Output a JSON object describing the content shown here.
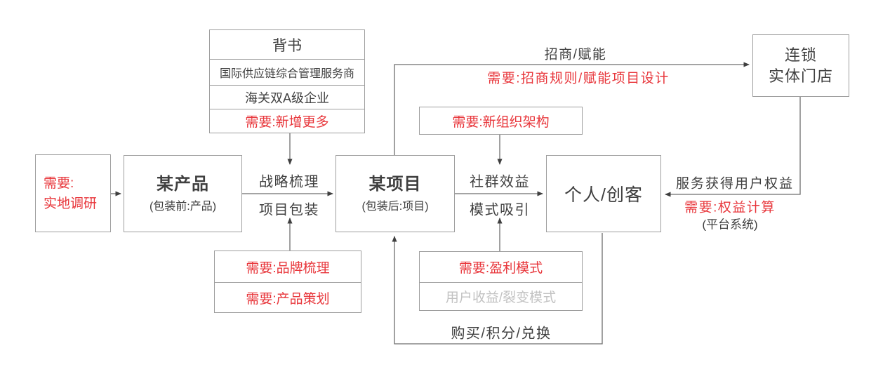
{
  "colors": {
    "red": "#e8363b",
    "ink": "#3f3f3f",
    "muted": "#c2c2c2",
    "border": "#9e9e9e",
    "wire": "#6e6e6e"
  },
  "nodes": {
    "endorsement": {
      "title": "背书",
      "row1": "国际供应链综合管理服务商",
      "row2": "海关双A级企业",
      "need": "需要:新增更多"
    },
    "field_research": {
      "line1": "需要:",
      "line2": "实地调研"
    },
    "product": {
      "title": "某产品",
      "subtitle": "(包装前:产品)"
    },
    "project": {
      "title": "某项目",
      "subtitle": "(包装后:项目)"
    },
    "individual": {
      "title": "个人/创客"
    },
    "chain_store": {
      "line1": "连锁",
      "line2": "实体门店"
    },
    "new_org": {
      "label": "需要:新组织架构"
    },
    "brand": {
      "label": "需要:品牌梳理"
    },
    "product_planning": {
      "label": "需要:产品策划"
    },
    "profit_model": {
      "label": "需要:盈利模式"
    },
    "user_revenue": {
      "label": "用户收益/裂变模式"
    }
  },
  "edges": {
    "strategy_line1": "战略梳理",
    "strategy_line2": "项目包装",
    "community_line1": "社群效益",
    "community_line2": "模式吸引",
    "merchants": "招商/赋能",
    "merchants_need": "需要:招商规则/赋能项目设计",
    "service_rights": "服务获得用户权益",
    "rights_need": "需要:权益计算",
    "rights_sub": "(平台系统)",
    "purchase": "购买/积分/兑换"
  }
}
